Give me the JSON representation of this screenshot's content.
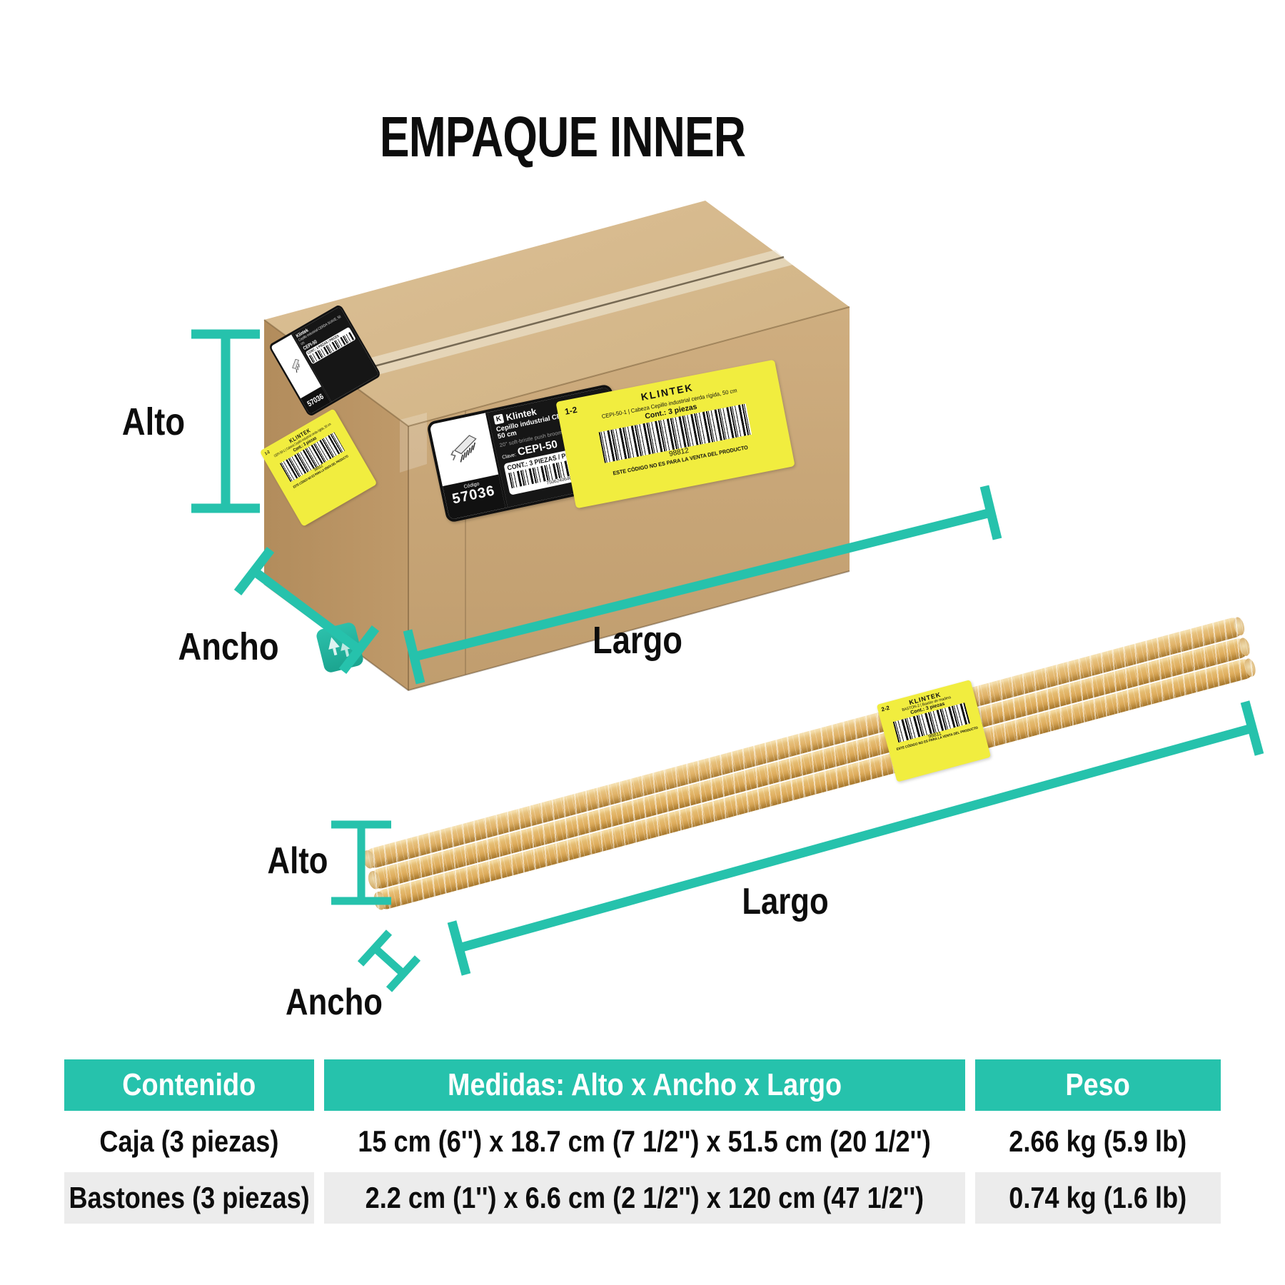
{
  "title": "EMPAQUE INNER",
  "colors": {
    "accent": "#26C2AC",
    "label_yellow": "#F1ED3F",
    "cardboard_front": "#C9A97B",
    "cardboard_top": "#D7BA8E",
    "cardboard_side": "#BB9668"
  },
  "dim_labels": {
    "box_alto": "Alto",
    "box_ancho": "Ancho",
    "box_largo": "Largo",
    "sticks_alto": "Alto",
    "sticks_ancho": "Ancho",
    "sticks_largo": "Largo"
  },
  "box_label_white": {
    "brand": "Klintek",
    "product": "Cepillo industrial CERDA SUAVE, 50 cm",
    "product_en": "20'' soft-bristle push broom",
    "clave_label": "Clave:",
    "clave": "CEPI-50",
    "cont": "CONT.: 3 PIEZAS / PIECES",
    "barcode_number": "7506240646406 5",
    "codigo_label": "Código",
    "codigo": "57036"
  },
  "box_label_yellow": {
    "corner": "1-2",
    "brand": "KLINTEK",
    "desc": "CEPI-50-1 | Cabeza Cepillo industrial cerda rígida, 50 cm",
    "cont": "Cont.: 3 piezas",
    "number": "98812",
    "note": "ESTE CÓDIGO NO ES PARA LA VENTA DEL PRODUCTO"
  },
  "bundle_label": {
    "corner": "2-2",
    "brand": "KLINTEK",
    "desc": "BASTON-2 | Bastón de madera",
    "cont": "Cont.: 3 piezas",
    "number": "98811",
    "note": "ESTE CÓDIGO NO ES PARA LA VENTA DEL PRODUCTO"
  },
  "table": {
    "headers": [
      "Contenido",
      "Medidas: Alto x Ancho x Largo",
      "Peso"
    ],
    "rows": [
      {
        "contenido": "Caja (3 piezas)",
        "medidas": "15 cm (6'') x 18.7 cm (7 1/2'') x 51.5 cm (20 1/2'')",
        "peso": "2.66 kg (5.9 lb)"
      },
      {
        "contenido": "Bastones (3 piezas)",
        "medidas": "2.2 cm (1'') x 6.6 cm (2 1/2'') x 120 cm (47 1/2'')",
        "peso": "0.74 kg (1.6 lb)"
      }
    ]
  }
}
